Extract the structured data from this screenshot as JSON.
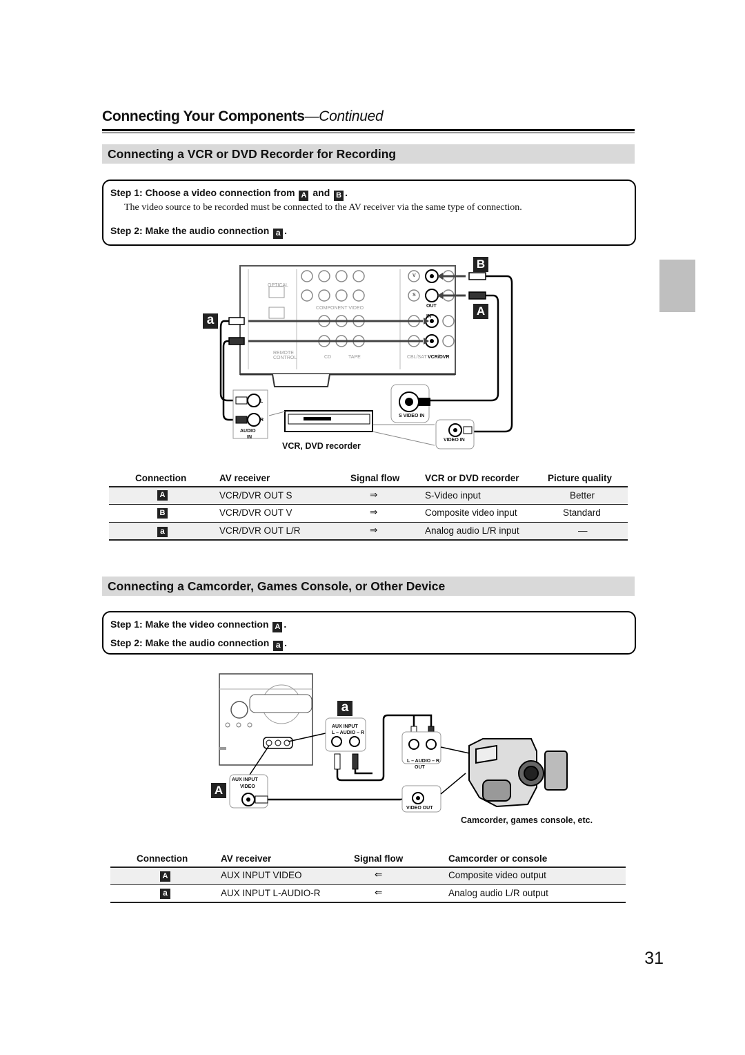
{
  "header": {
    "title": "Connecting Your Components",
    "title_suffix": "—Continued"
  },
  "section1": {
    "heading": "Connecting a VCR or DVD Recorder for Recording",
    "step1_prefix": "Step 1: Choose a video connection from",
    "step1_and": "and",
    "step1_end": ".",
    "badge_A": "A",
    "badge_B": "B",
    "badge_a": "a",
    "note": "The video source to be recorded must be connected to the AV receiver via the same type of connection.",
    "step2_prefix": "Step 2: Make the audio connection",
    "step2_end": ".",
    "diagram": {
      "label_B": "B",
      "label_A": "A",
      "label_a": "a",
      "device_label": "VCR, DVD recorder",
      "audio_in": [
        "AUDIO",
        "IN"
      ],
      "jack_L": "L",
      "jack_R": "R",
      "svideo_in": "S VIDEO IN",
      "video_in": "VIDEO IN",
      "panel_cd": "CD",
      "panel_tape": "TAPE",
      "panel_vcrdvr": "VCR/DVR",
      "panel_catsat": "CBL/SAT",
      "panel_remote": [
        "REMOTE",
        "CONTROL"
      ],
      "panel_component": "COMPONENT VIDEO",
      "panel_in": "IN",
      "panel_out": "OUT",
      "panel_optical": "OPTICAL",
      "panel_v": "V",
      "panel_s": "S"
    },
    "table": {
      "headers": [
        "Connection",
        "AV receiver",
        "Signal flow",
        "VCR or DVD recorder",
        "Picture quality"
      ],
      "rows": [
        {
          "conn": "A",
          "receiver": "VCR/DVR OUT S",
          "flow": "⇒",
          "device": "S-Video input",
          "quality": "Better"
        },
        {
          "conn": "B",
          "receiver": "VCR/DVR OUT V",
          "flow": "⇒",
          "device": "Composite video input",
          "quality": "Standard"
        },
        {
          "conn": "a",
          "receiver": "VCR/DVR OUT L/R",
          "flow": "⇒",
          "device": "Analog audio L/R input",
          "quality": "—"
        }
      ]
    }
  },
  "section2": {
    "heading": "Connecting a Camcorder, Games Console, or Other Device",
    "step1_prefix": "Step 1: Make the video connection",
    "step1_end": ".",
    "step2_prefix": "Step 2: Make the audio connection",
    "step2_end": ".",
    "badge_A": "A",
    "badge_a": "a",
    "diagram": {
      "label_a": "a",
      "label_A": "A",
      "aux_input": "AUX INPUT",
      "aux_audio": "L – AUDIO – R",
      "aux_input2": "AUX INPUT",
      "aux_video": "VIDEO",
      "cam_audio": "L – AUDIO – R",
      "cam_out": "OUT",
      "video_out": "VIDEO OUT",
      "device_label": "Camcorder, games console, etc."
    },
    "table": {
      "headers": [
        "Connection",
        "AV receiver",
        "Signal flow",
        "Camcorder or console"
      ],
      "rows": [
        {
          "conn": "A",
          "receiver": "AUX INPUT VIDEO",
          "flow": "⇐",
          "device": "Composite video output"
        },
        {
          "conn": "a",
          "receiver": "AUX INPUT L-AUDIO-R",
          "flow": "⇐",
          "device": "Analog audio L/R output"
        }
      ]
    }
  },
  "page_number": "31"
}
